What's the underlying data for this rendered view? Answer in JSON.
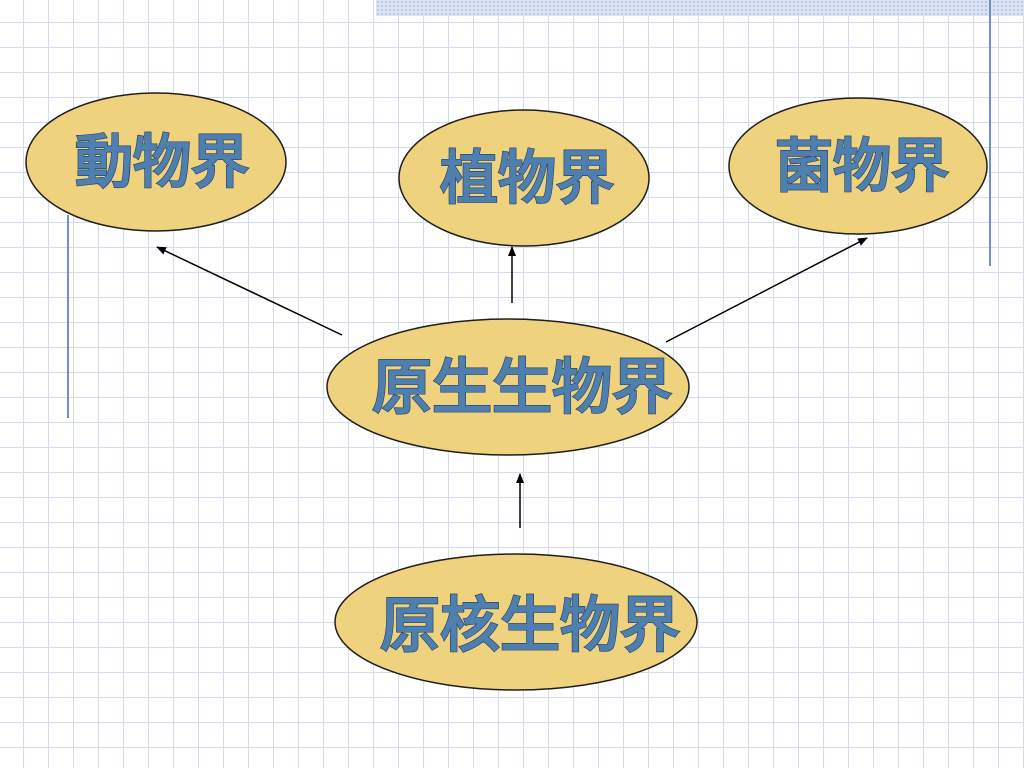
{
  "nodes": {
    "animal": {
      "label": "動物界"
    },
    "plant": {
      "label": "植物界"
    },
    "fungi": {
      "label": "菌物界"
    },
    "protist": {
      "label": "原生生物界"
    },
    "monera": {
      "label": "原核生物界"
    }
  },
  "edges": [
    {
      "from": "monera",
      "to": "protist"
    },
    {
      "from": "protist",
      "to": "animal"
    },
    {
      "from": "protist",
      "to": "plant"
    },
    {
      "from": "protist",
      "to": "fungi"
    }
  ],
  "colors": {
    "node_fill": "#eed27e",
    "node_stroke": "#1e1e1e",
    "text_fill": "#4e7fae",
    "text_shadow": "#1d3a66",
    "arrow": "#000000"
  }
}
